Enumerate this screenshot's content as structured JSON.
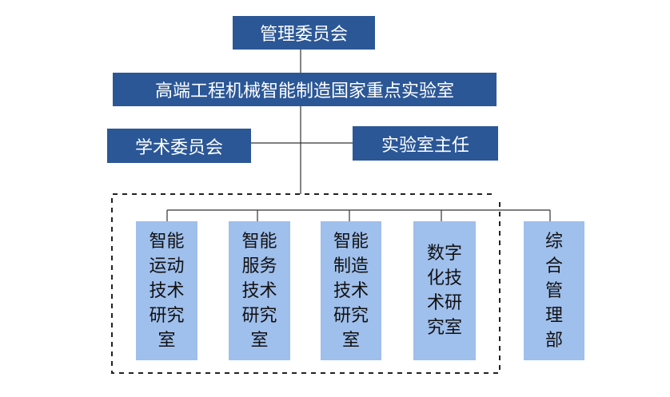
{
  "diagram": {
    "top": "管理委员会",
    "lab": "高端工程机械智能制造国家重点实验室",
    "left_committee": "学术委员会",
    "right_director": "实验室主任",
    "units": [
      "智能\n运动\n技术\n研究\n室",
      "智能\n服务\n技术\n研究\n室",
      "智能\n制造\n技术\n研究\n室",
      "数字\n化技\n术研\n究室",
      "综\n合\n管\n理\n部"
    ]
  }
}
